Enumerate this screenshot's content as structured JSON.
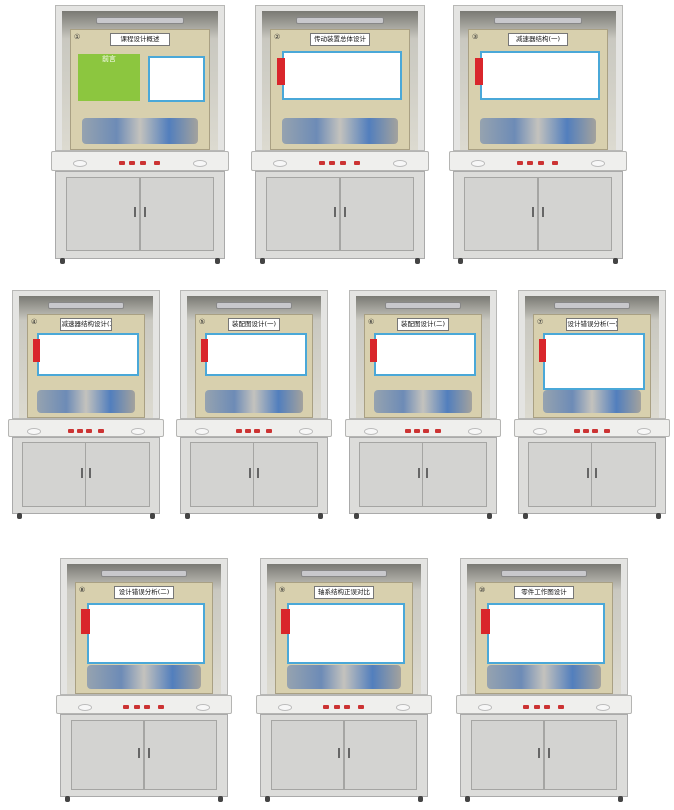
{
  "cabinets": [
    {
      "num": "①",
      "title": "课程设计概述",
      "extra": "前言"
    },
    {
      "num": "②",
      "title": "传动装置总体设计"
    },
    {
      "num": "③",
      "title": "减速器结构(一)"
    },
    {
      "num": "④",
      "title": "减速器结构设计(二)"
    },
    {
      "num": "⑤",
      "title": "装配图设计(一)"
    },
    {
      "num": "⑥",
      "title": "装配图设计(二)"
    },
    {
      "num": "⑦",
      "title": "设计错误分析(一)"
    },
    {
      "num": "⑧",
      "title": "设计错误分析(二)"
    },
    {
      "num": "⑨",
      "title": "轴系结构正误对比"
    },
    {
      "num": "⑩",
      "title": "零件工作图设计"
    }
  ],
  "colors": {
    "panel": "#d8d0ae",
    "accent_blue": "#4aa8d8",
    "accent_red": "#d9262b",
    "accent_green": "#8cc63f",
    "cabinet": "#dcdcda"
  }
}
